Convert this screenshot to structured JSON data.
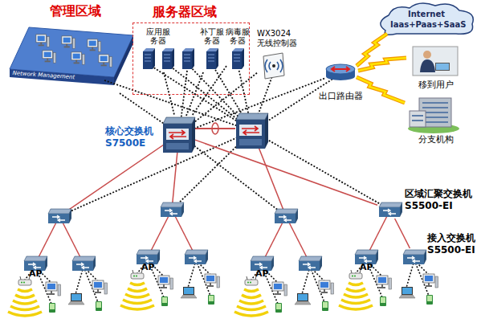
{
  "diagram": {
    "nodes": [
      {
        "text": [
          "管理区域",
          "Network Management"
        ]
      },
      {
        "text": [
          "服务器区域"
        ]
      },
      {
        "text": [
          "应用服务器"
        ],
        "in": 1
      },
      {
        "text": [
          "补丁服务器"
        ],
        "in": 1
      },
      {
        "text": [
          "病毒服务器"
        ],
        "in": 1
      },
      {
        "text": [
          "WX3024 无线控制器"
        ]
      },
      {
        "text": [
          "Internet Iaas+Paas+SaaS"
        ]
      },
      {
        "text": [
          "移到用户"
        ]
      },
      {
        "text": [
          "分支机构"
        ]
      },
      {
        "text": [
          "出口路由器"
        ]
      },
      {
        "text": [
          "核心交换机 S7500E"
        ]
      },
      {
        "text": [
          "区域汇聚交换机 S5500-EI"
        ]
      },
      {
        "text": [
          "接入交换机 S5500-EI"
        ]
      }
    ],
    "edges": [
      {
        "from": 0,
        "to": 10,
        "arrow": "none"
      },
      {
        "from": 2,
        "to": 10,
        "arrow": "none"
      },
      {
        "from": 3,
        "to": 10,
        "arrow": "none"
      },
      {
        "from": 4,
        "to": 10,
        "arrow": "none"
      },
      {
        "from": 5,
        "to": 10,
        "arrow": "none"
      },
      {
        "from": 9,
        "to": 10,
        "arrow": "none"
      },
      {
        "from": 10,
        "to": 11,
        "arrow": "none"
      },
      {
        "from": 11,
        "to": 12,
        "arrow": "none"
      }
    ],
    "labels": [
      "AP",
      "AP",
      "AP",
      "AP"
    ]
  }
}
